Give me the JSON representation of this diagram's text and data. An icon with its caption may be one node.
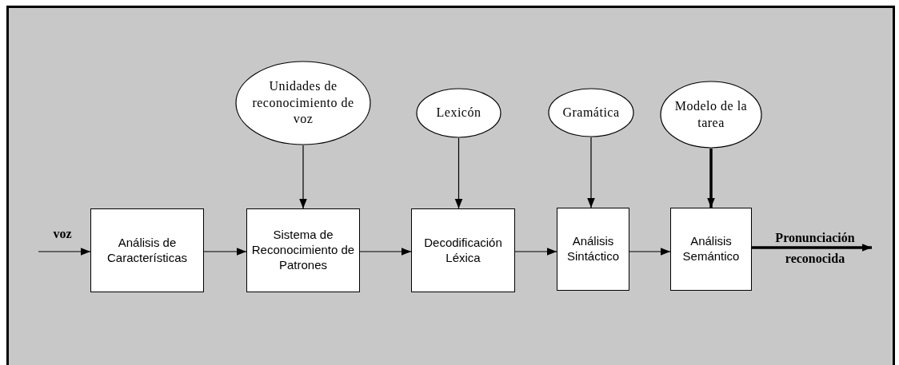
{
  "diagram": {
    "nodes": [
      {
        "text": [
          "Unidades de reconocimiento de voz"
        ]
      },
      {
        "text": [
          "Lexicón"
        ]
      },
      {
        "text": [
          "Gramática"
        ]
      },
      {
        "text": [
          "Modelo de la tarea"
        ]
      },
      {
        "text": [
          "Análisis de Características"
        ]
      },
      {
        "text": [
          "Sistema de Reconocimiento de Patrones"
        ]
      },
      {
        "text": [
          "Decodificación Léxica"
        ]
      },
      {
        "text": [
          "Análisis Sintáctico"
        ]
      },
      {
        "text": [
          "Análisis Semántico"
        ]
      }
    ],
    "edges": [
      {
        "from": null,
        "to": 4,
        "arrow": "to",
        "label": "voz"
      },
      {
        "from": 4,
        "to": 5,
        "arrow": "to"
      },
      {
        "from": 5,
        "to": 6,
        "arrow": "to"
      },
      {
        "from": 6,
        "to": 7,
        "arrow": "to"
      },
      {
        "from": 7,
        "to": 8,
        "arrow": "to"
      },
      {
        "from": 0,
        "to": 5,
        "arrow": "to"
      },
      {
        "from": 1,
        "to": 6,
        "arrow": "to"
      },
      {
        "from": 2,
        "to": 7,
        "arrow": "to"
      },
      {
        "from": 3,
        "to": 8,
        "arrow": "to",
        "style": "thick"
      },
      {
        "from": 8,
        "to": null,
        "arrow": "to",
        "label": "Pronunciación reconocida",
        "style": "thick"
      }
    ]
  }
}
